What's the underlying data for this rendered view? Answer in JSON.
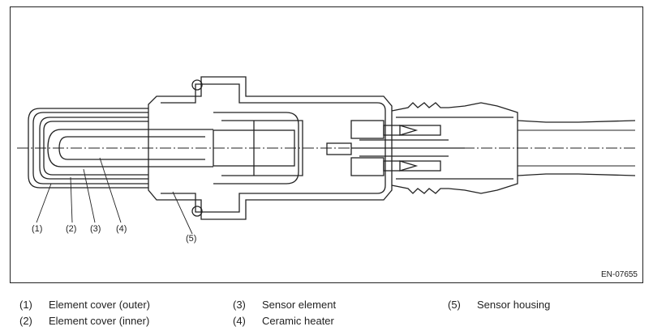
{
  "figure": {
    "code": "EN-07655",
    "callouts": [
      "(1)",
      "(2)",
      "(3)",
      "(4)",
      "(5)"
    ]
  },
  "legend": [
    {
      "num": "(1)",
      "label": "Element cover (outer)"
    },
    {
      "num": "(2)",
      "label": "Element cover (inner)"
    },
    {
      "num": "(3)",
      "label": "Sensor element"
    },
    {
      "num": "(4)",
      "label": "Ceramic heater"
    },
    {
      "num": "(5)",
      "label": "Sensor housing"
    }
  ],
  "colors": {
    "line": "#222222",
    "background": "#ffffff"
  }
}
